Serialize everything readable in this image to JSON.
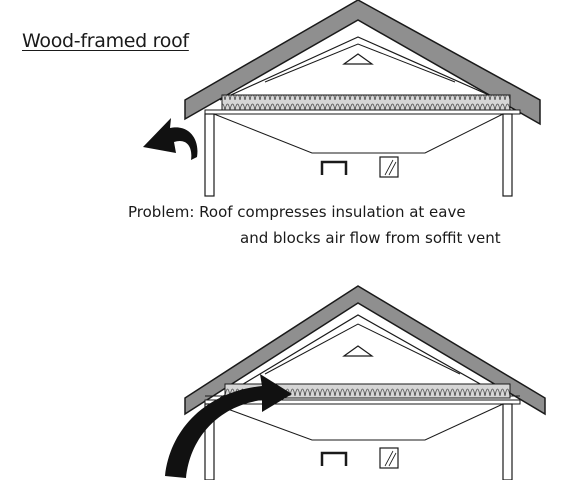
{
  "title": "Wood-framed roof",
  "caption": {
    "line1": "Problem: Roof compresses insulation at eave",
    "line2": "and blocks air flow from soffit vent"
  },
  "colors": {
    "line": "#1a1a1a",
    "roof_fill": "#8a8a8a",
    "insulation": "#cfcfcf",
    "arrow": "#111111"
  }
}
